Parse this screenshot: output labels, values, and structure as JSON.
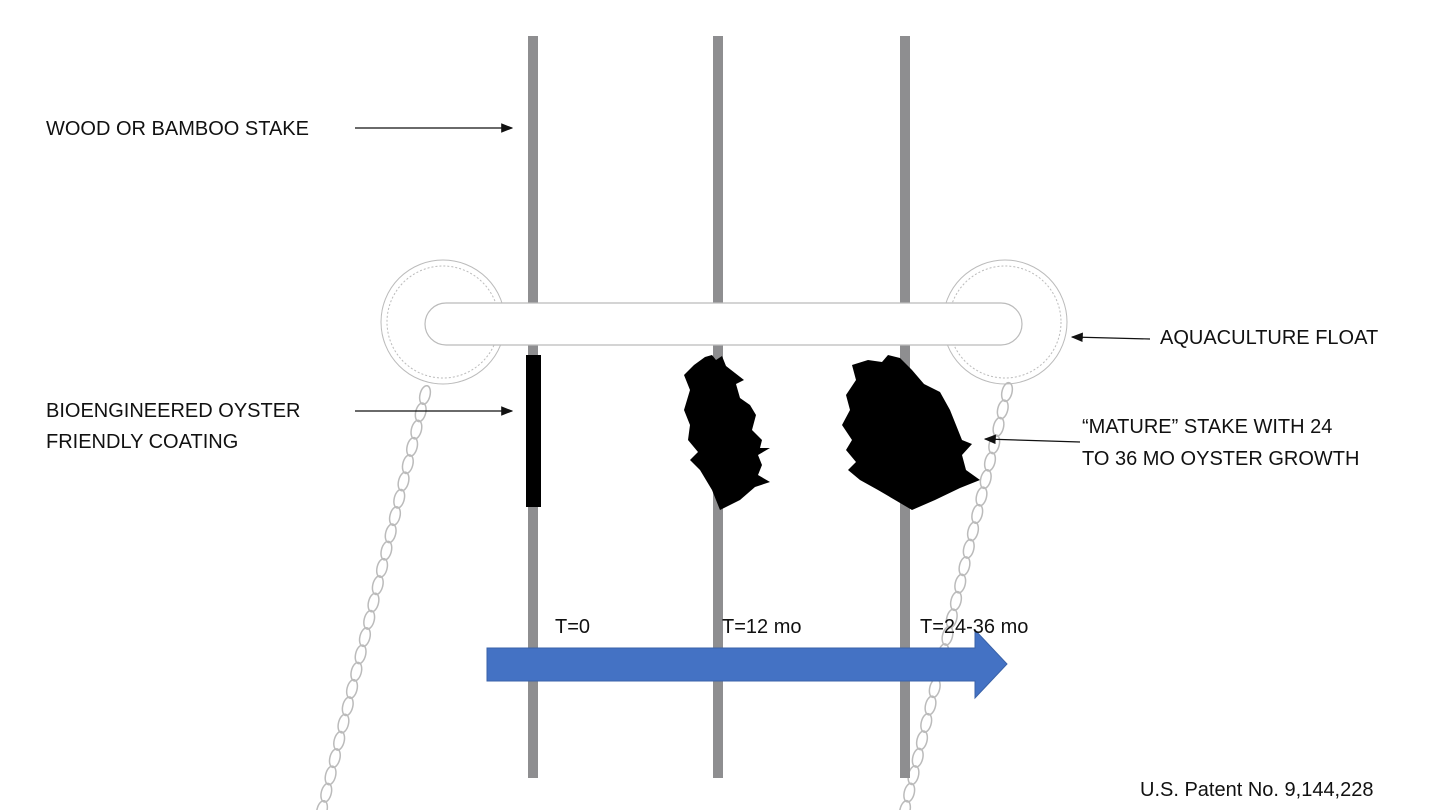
{
  "labels": {
    "stake": "WOOD OR BAMBOO STAKE",
    "float": "AQUACULTURE FLOAT",
    "coating_line1": "BIOENGINEERED OYSTER",
    "coating_line2": "FRIENDLY COATING",
    "mature_line1": "“MATURE” STAKE WITH 24",
    "mature_line2": "TO 36 MO OYSTER GROWTH"
  },
  "timeline": {
    "t0": "T=0",
    "t12": "T=12 mo",
    "t24": "T=24-36 mo"
  },
  "patent": "U.S. Patent No. 9,144,228",
  "colors": {
    "stake": "#8e8e90",
    "arrow": "#4472c4",
    "oyster": "#000000"
  }
}
